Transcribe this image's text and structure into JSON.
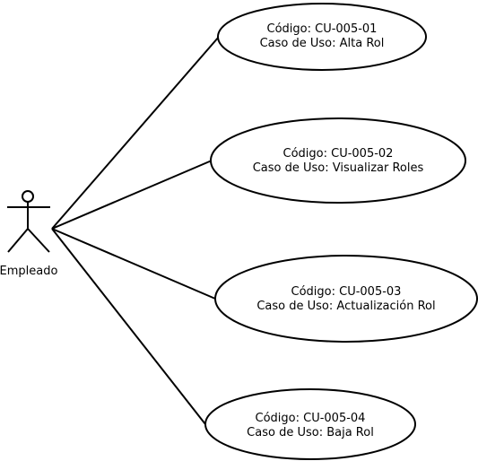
{
  "actor": {
    "name": "Empleado",
    "icon": "stick-figure-icon"
  },
  "use_cases": [
    {
      "code_line": "Código: CU-005-01",
      "name_line": "Caso de Uso: Alta Rol"
    },
    {
      "code_line": "Código: CU-005-02",
      "name_line": "Caso de Uso: Visualizar Roles"
    },
    {
      "code_line": "Código: CU-005-03",
      "name_line": "Caso de Uso: Actualización Rol"
    },
    {
      "code_line": "Código: CU-005-04",
      "name_line": "Caso de Uso: Baja Rol"
    }
  ],
  "colors": {
    "stroke": "#000000",
    "fill": "#ffffff"
  }
}
